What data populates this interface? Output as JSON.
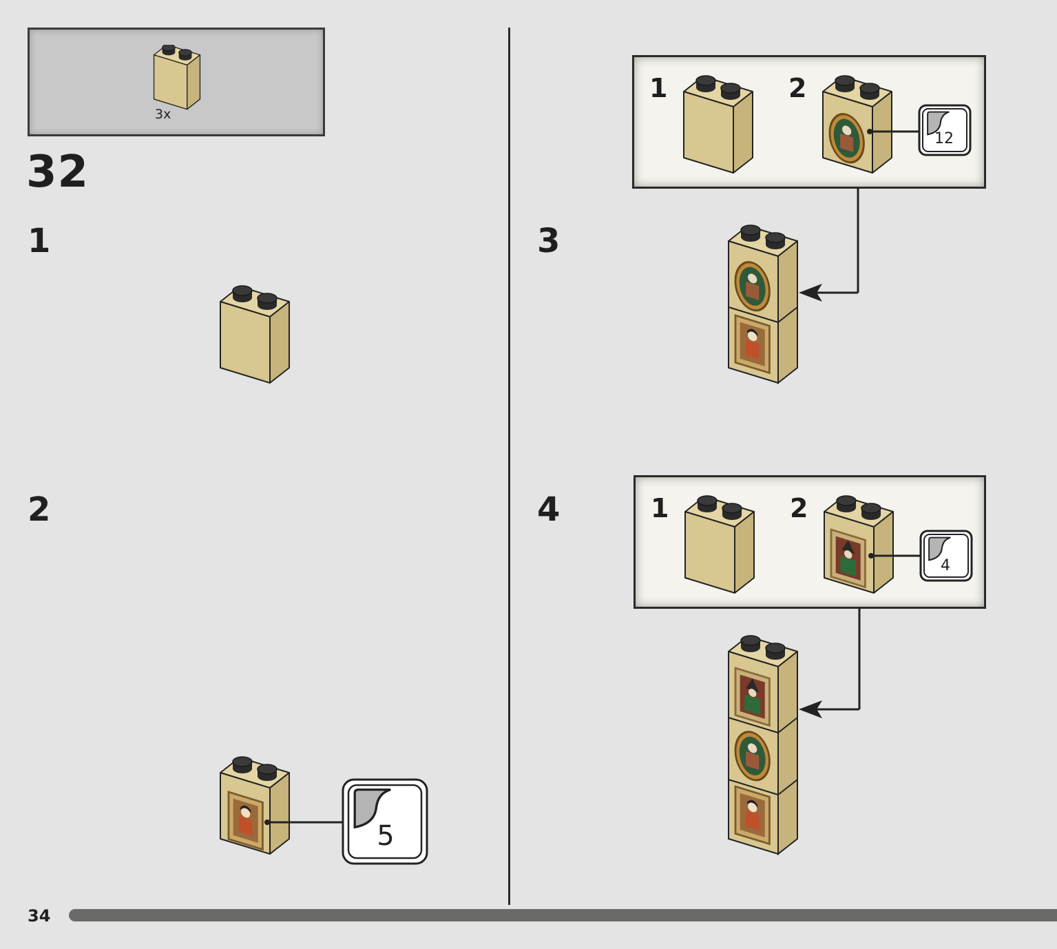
{
  "parts_list": {
    "count": "3x"
  },
  "step": {
    "number": "32"
  },
  "left_substeps": {
    "first": "1",
    "second": "2"
  },
  "right_substeps": {
    "third": "3",
    "fourth": "4"
  },
  "callout_a": {
    "num1": "1",
    "num2": "2",
    "sticker": "12"
  },
  "callout_b": {
    "num1": "1",
    "num2": "2",
    "sticker": "4"
  },
  "sticker_main": "5",
  "footer": {
    "page_number": "34"
  },
  "colors": {
    "tan": "#d8c791",
    "tan_side": "#c6b47c",
    "tan_top": "#e4d5a4",
    "outline": "#222222",
    "background": "#e4e4e4"
  }
}
